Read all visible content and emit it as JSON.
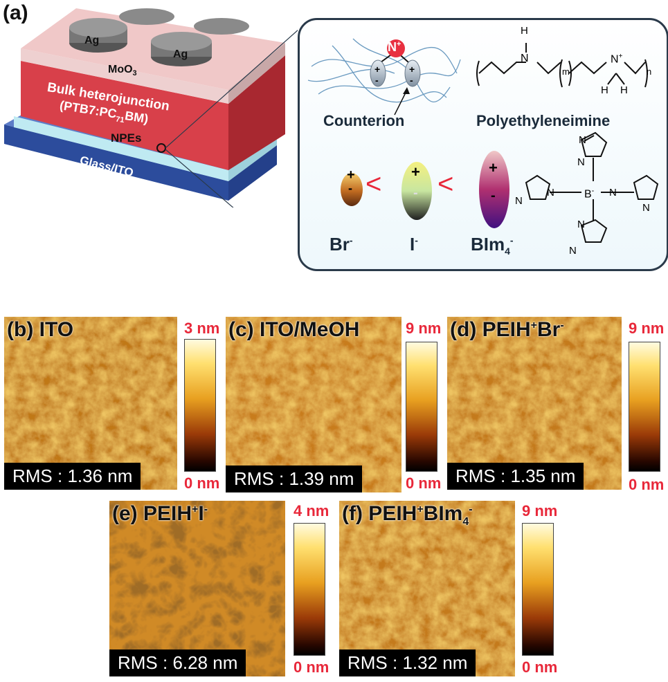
{
  "panel_a": {
    "letter": "(a)",
    "device_layers": {
      "electrode_left": "Ag",
      "electrode_right": "Ag",
      "moo3": "MoO",
      "moo3_sub": "3",
      "bhj_line1": "Bulk heterojunction",
      "bhj_line2_pre": "(PTB7:PC",
      "bhj_line2_sub": "71",
      "bhj_line2_post": "BM)",
      "npes": "NPEs",
      "substrate": "Glass/ITO"
    },
    "inset": {
      "counterion_label": "Counterion",
      "polymer_label": "Polyethyleneimine",
      "ion_br": "Br",
      "ion_i": "I",
      "ion_bim": "BIm",
      "ion_bim_sub": "4",
      "ion_sup": "-",
      "comparison": "<",
      "plus": "+",
      "minus": "-",
      "nplus": "N",
      "m": "m",
      "n": "n",
      "H": "H",
      "N": "N",
      "B": "B",
      "sup_plus": "+",
      "sup_minus": "-"
    }
  },
  "afm_panels": [
    {
      "title": "(b) ITO",
      "rms": "RMS : 1.36 nm",
      "scale_max": "3 nm",
      "scale_min": "0 nm"
    },
    {
      "title": "(c) ITO/MeOH",
      "rms": "RMS : 1.39 nm",
      "scale_max": "9 nm",
      "scale_min": "0 nm"
    },
    {
      "title_pre": "(d) PEIH",
      "title_sup1": "+",
      "title_mid": "Br",
      "title_sup2": "-",
      "rms": "RMS : 1.35 nm",
      "scale_max": "9 nm",
      "scale_min": "0 nm"
    },
    {
      "title_pre": "(e) PEIH",
      "title_sup1": "+",
      "title_mid": "I",
      "title_sup2": "-",
      "rms": "RMS : 6.28 nm",
      "scale_max": "4 nm",
      "scale_min": "0 nm"
    },
    {
      "title_pre": "(f) PEIH",
      "title_sup1": "+",
      "title_mid": "BIm",
      "title_sub": "4",
      "title_sup2": "-",
      "rms": "RMS : 1.32 nm",
      "scale_max": "9 nm",
      "scale_min": "0 nm"
    }
  ],
  "colors": {
    "scale_label": "#e8283a",
    "inset_border": "#2a3a4a",
    "npes_layer": "#bfe8f0",
    "bhj_layer": "#d8404a",
    "moo3_layer": "#e8c0c0",
    "substrate_layer": "#3050a0"
  }
}
